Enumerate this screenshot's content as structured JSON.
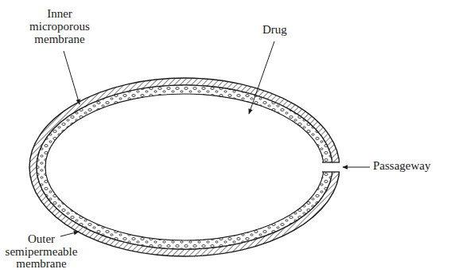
{
  "diagram": {
    "labels": [
      "Inner microporous membrane",
      "Drug",
      "Passageway",
      "Outer semipermeable membrane"
    ]
  }
}
